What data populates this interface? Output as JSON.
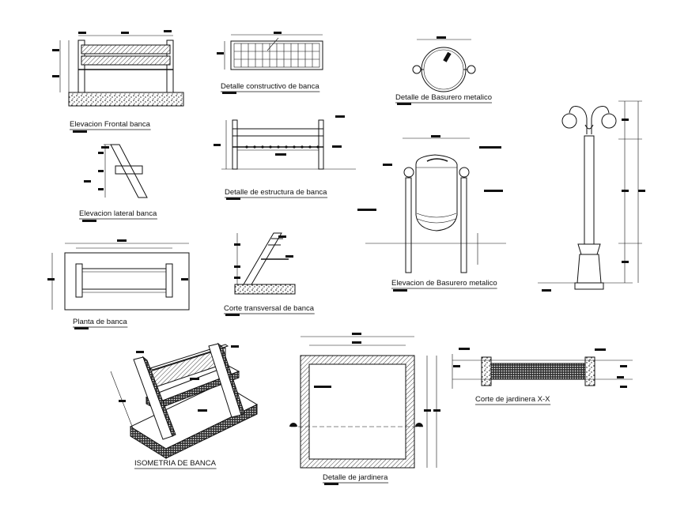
{
  "labels": {
    "elev_frontal": "Elevacion Frontal banca",
    "det_constructivo": "Detalle constructivo de banca",
    "det_basurero": "Detalle de Basurero metalico",
    "elev_lateral": "Elevacion lateral banca",
    "det_estructura": "Detalle de estructura de banca",
    "planta": "Planta de banca",
    "corte_transversal": "Corte transversal de banca",
    "elev_basurero": "Elevacion de Basurero metalico",
    "isometria": "ISOMETRIA DE BANCA",
    "det_jardinera": "Detalle de jardinera",
    "corte_jardinera": "Corte de jardinera X-X"
  }
}
